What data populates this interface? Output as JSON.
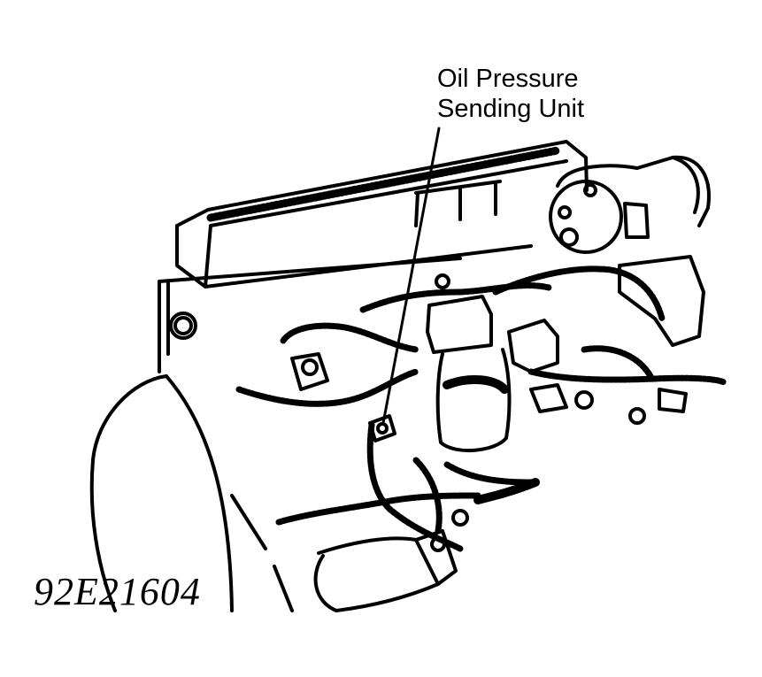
{
  "callout": {
    "line1": "Oil Pressure",
    "line2": "Sending Unit"
  },
  "figure_code": "92E21604",
  "colors": {
    "ink": "#000000",
    "paper": "#ffffff"
  }
}
